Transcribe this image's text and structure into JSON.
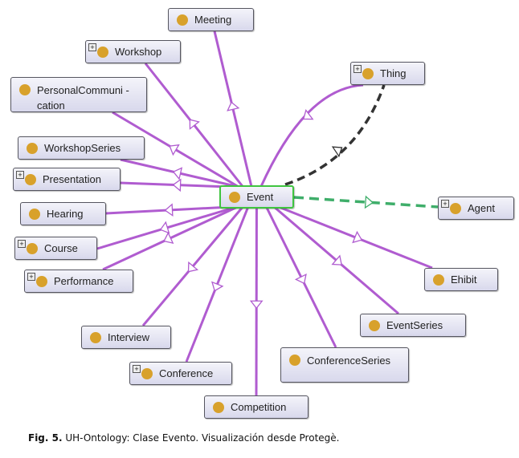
{
  "diagram": {
    "center": {
      "label": "Event"
    },
    "nodes": [
      {
        "id": "meeting",
        "label": "Meeting",
        "expandable": false
      },
      {
        "id": "workshop",
        "label": "Workshop",
        "expandable": true
      },
      {
        "id": "personal",
        "label": "PersonalCommuni -cation",
        "expandable": false
      },
      {
        "id": "workshopseries",
        "label": "WorkshopSeries",
        "expandable": false
      },
      {
        "id": "presentation",
        "label": "Presentation",
        "expandable": true
      },
      {
        "id": "hearing",
        "label": "Hearing",
        "expandable": false
      },
      {
        "id": "course",
        "label": "Course",
        "expandable": true
      },
      {
        "id": "performance",
        "label": "Performance",
        "expandable": true
      },
      {
        "id": "interview",
        "label": "Interview",
        "expandable": false
      },
      {
        "id": "conference",
        "label": "Conference",
        "expandable": true
      },
      {
        "id": "competition",
        "label": "Competition",
        "expandable": false
      },
      {
        "id": "conferenceseries",
        "label": "ConferenceSeries",
        "expandable": false
      },
      {
        "id": "eventseries",
        "label": "EventSeries",
        "expandable": false
      },
      {
        "id": "ehibit",
        "label": "Ehibit",
        "expandable": false
      },
      {
        "id": "agent",
        "label": "Agent",
        "expandable": true
      },
      {
        "id": "thing",
        "label": "Thing",
        "expandable": true
      }
    ],
    "edges": {
      "subclass_color": "#b05cd0",
      "superclass_link": {
        "from": "Event",
        "to": "Thing",
        "style": "dashed",
        "color": "#333333"
      },
      "property_link": {
        "from": "Event",
        "to": "Agent",
        "style": "dashed",
        "color": "#3fae6a"
      }
    },
    "colors": {
      "class_dot": "#d8a12b",
      "focus_border": "#3fc43f"
    }
  },
  "caption": {
    "label": "Fig. 5.",
    "text": " UH-Ontology: Clase Evento. Visualización desde Protegè."
  }
}
